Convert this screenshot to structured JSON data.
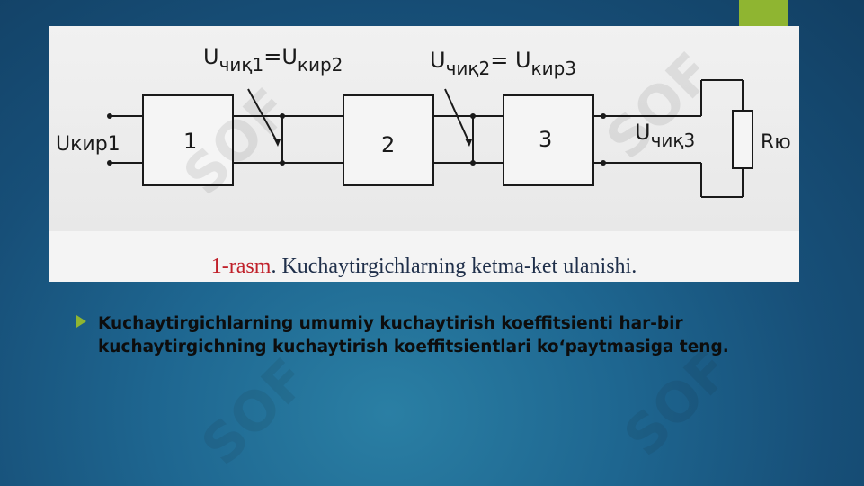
{
  "slide": {
    "accent_color": "#8fb531",
    "figure": {
      "caption_number": "1-rasm",
      "caption_text": ". Kuchaytirgichlarning ketma-ket ulanishi.",
      "caption_number_color": "#c0202a",
      "blocks": [
        "1",
        "2",
        "3"
      ],
      "labels": {
        "u_in1_main": "Uкир1",
        "u_out1_u": "U",
        "u_out1_sub": "чиқ1",
        "u_in2_eq": "=U",
        "u_in2_sub": "кир2",
        "u_out2_u": "U",
        "u_out2_sub": "чиқ2",
        "u_in3_eq": "= U",
        "u_in3_sub": "кир3",
        "u_out3_u": "U",
        "u_out3_sub": "чиқ3",
        "load": "Rю"
      }
    },
    "bullet_text": "Kuchaytirgichlarning umumiy kuchaytirish koeffitsienti har-bir kuchaytirgichning kuchaytirish koeffitsientlari ko‘paytmasiga teng.",
    "watermark_text": "SOF"
  }
}
